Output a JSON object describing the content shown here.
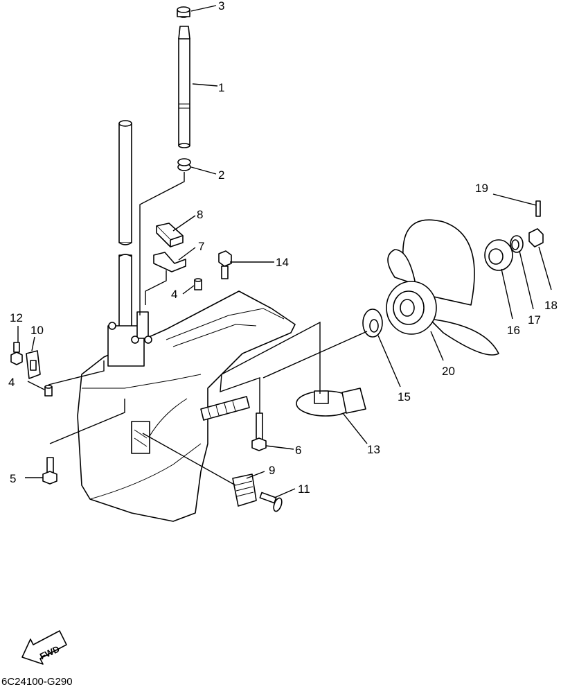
{
  "callouts": {
    "p1": "1",
    "p2": "2",
    "p3": "3",
    "p4a": "4",
    "p4b": "4",
    "p5": "5",
    "p6": "6",
    "p7": "7",
    "p8": "8",
    "p9": "9",
    "p10": "10",
    "p11": "11",
    "p12": "12",
    "p13": "13",
    "p14": "14",
    "p15": "15",
    "p16": "16",
    "p17": "17",
    "p18": "18",
    "p19": "19",
    "p20": "20"
  },
  "direction_label": "FWD",
  "diagram_code": "6C24100-G290"
}
